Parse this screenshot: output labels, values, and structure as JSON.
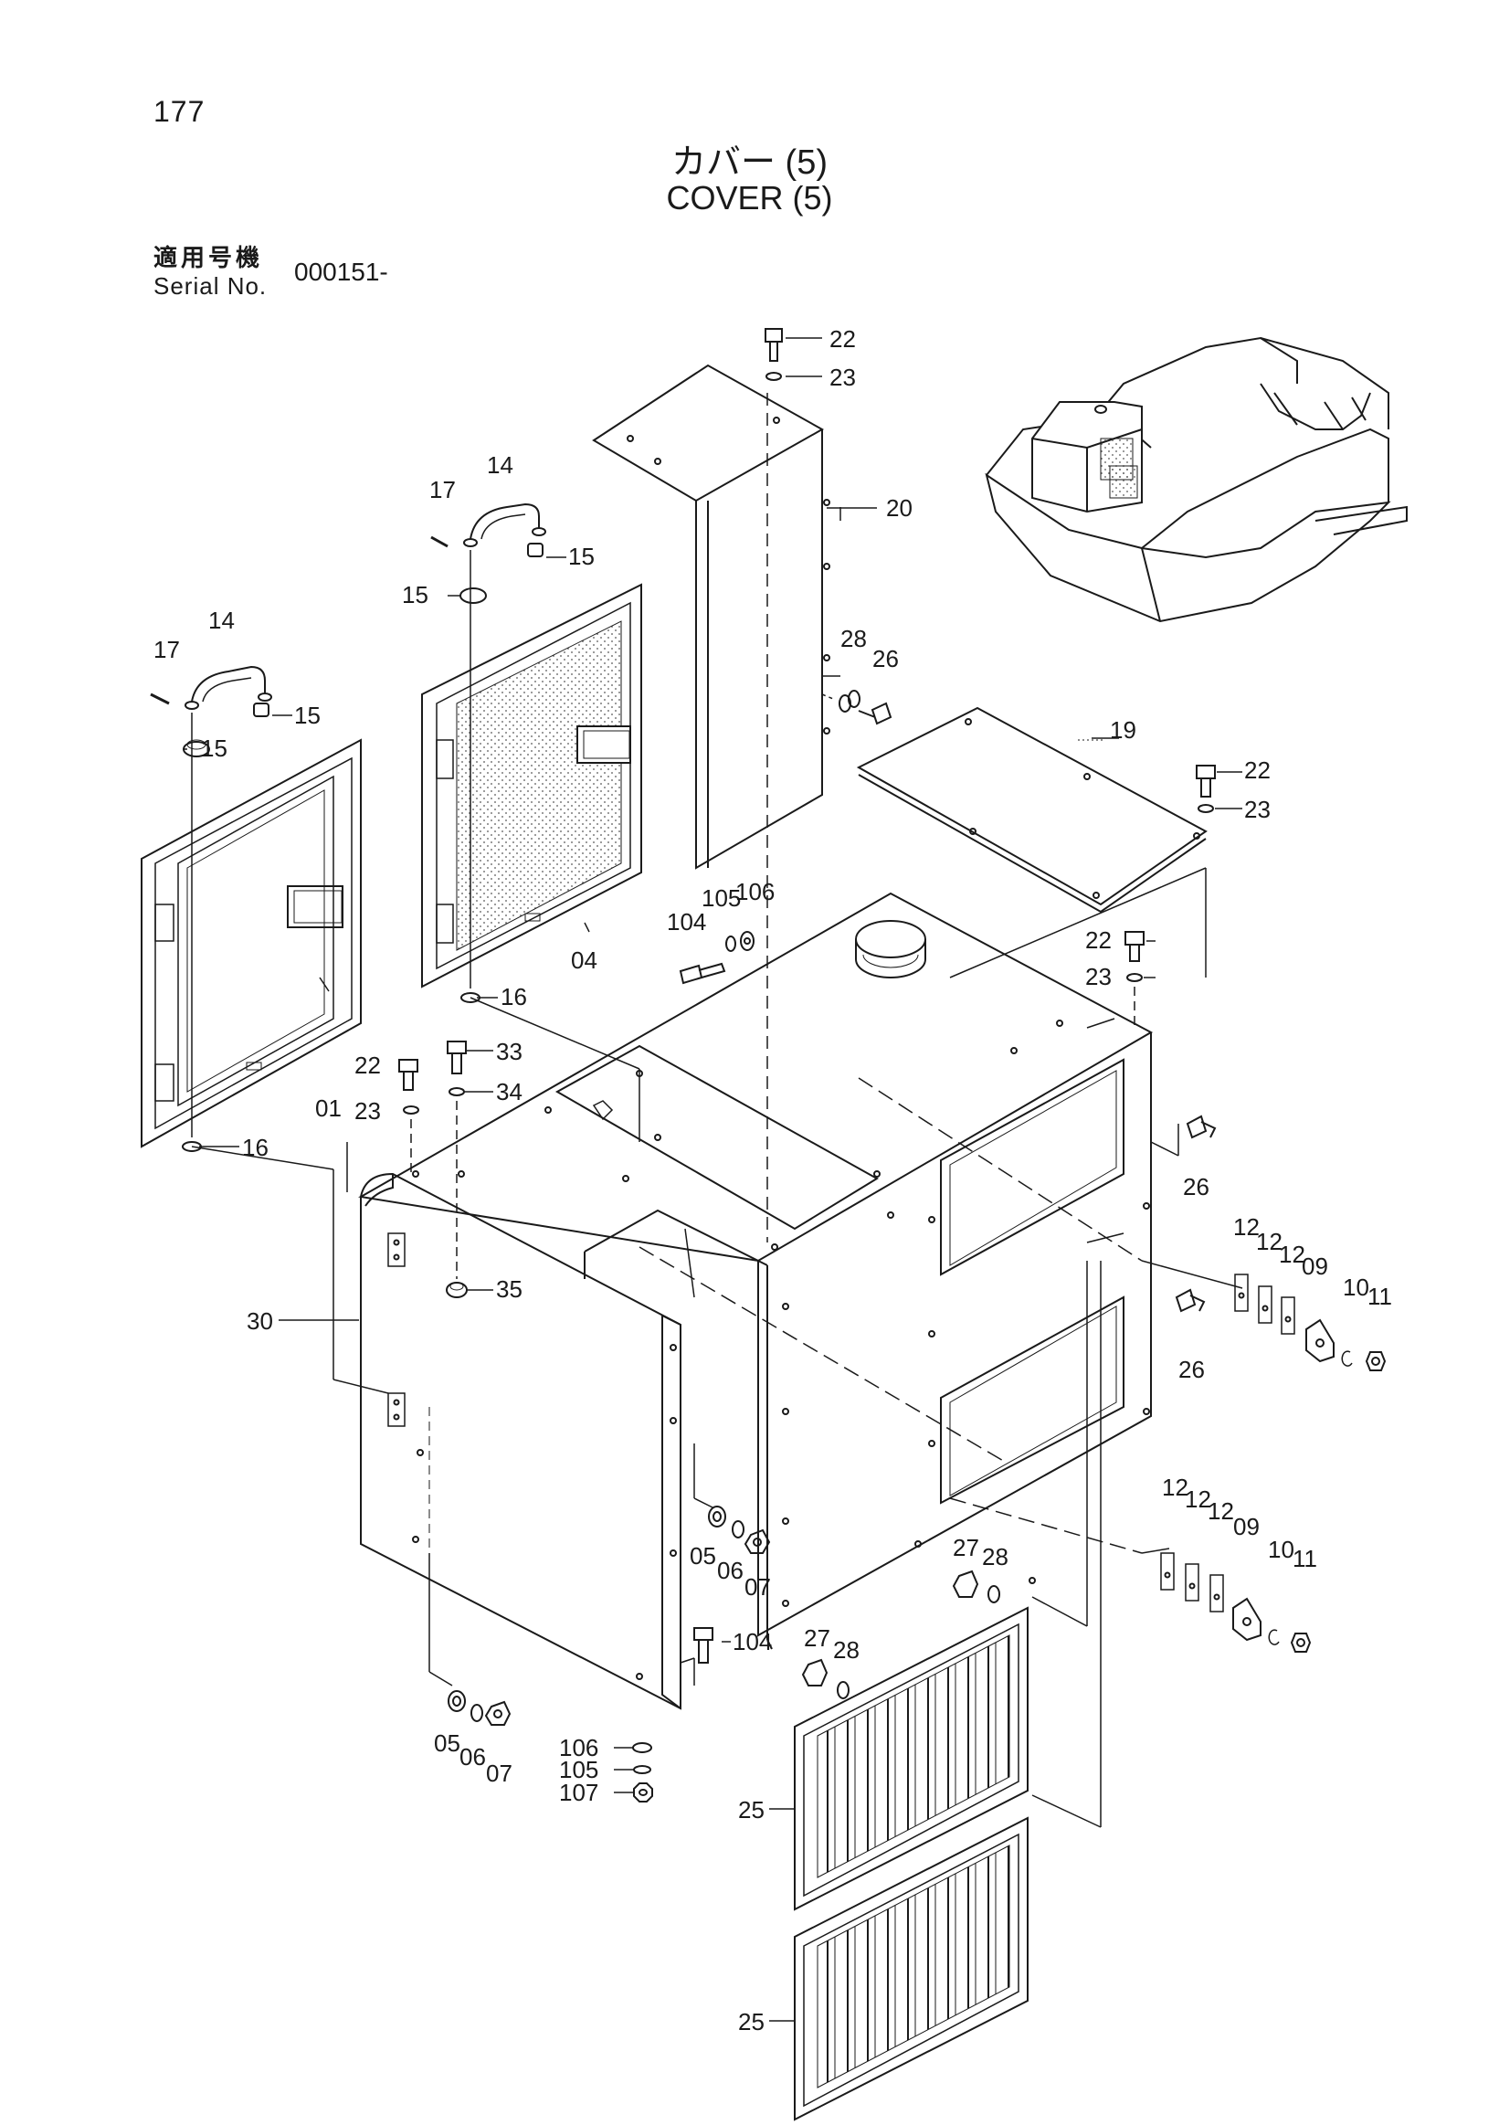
{
  "page_number": "177",
  "title_jp": "カバー (5)",
  "title_en": "COVER (5)",
  "serial": {
    "label_jp": "適用号機",
    "label_en": "Serial No.",
    "value": "000151-"
  },
  "callouts": {
    "c01": "01",
    "c04": "04",
    "c05a": "05",
    "c05b": "05",
    "c06a": "06",
    "c06b": "06",
    "c07a": "07",
    "c07b": "07",
    "c09a": "09",
    "c09b": "09",
    "c10a": "10",
    "c10b": "10",
    "c11a": "11",
    "c11b": "11",
    "c12a": "12",
    "c12b": "12",
    "c12c": "12",
    "c12d": "12",
    "c12e": "12",
    "c12f": "12",
    "c14a": "14",
    "c14b": "14",
    "c15a": "15",
    "c15b": "15",
    "c15c": "15",
    "c15d": "15",
    "c16a": "16",
    "c16b": "16",
    "c17a": "17",
    "c17b": "17",
    "c19": "19",
    "c20": "20",
    "c22a": "22",
    "c22b": "22",
    "c22c": "22",
    "c22d": "22",
    "c23a": "23",
    "c23b": "23",
    "c23c": "23",
    "c23d": "23",
    "c25a": "25",
    "c25b": "25",
    "c26a": "26",
    "c26b": "26",
    "c26c": "26",
    "c27a": "27",
    "c27b": "27",
    "c28a": "28",
    "c28b": "28",
    "c28c": "28",
    "c30": "30",
    "c33": "33",
    "c34": "34",
    "c35": "35",
    "c104a": "104",
    "c104b": "104",
    "c105a": "105",
    "c105b": "105",
    "c106a": "106",
    "c106b": "106",
    "c107": "107"
  }
}
